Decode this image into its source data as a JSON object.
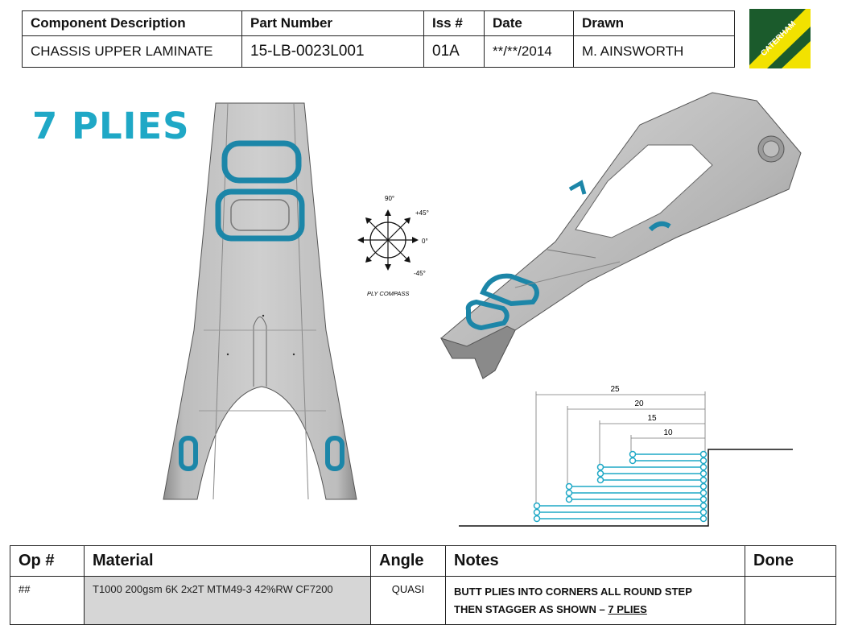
{
  "header": {
    "columns": [
      "Component Description",
      "Part Number",
      "Iss #",
      "Date",
      "Drawn"
    ],
    "values": [
      "CHASSIS UPPER LAMINATE",
      "15-LB-0023L001",
      "01A",
      "**/**/2014",
      "M. AINSWORTH"
    ]
  },
  "logo": {
    "text": "CATERHAM",
    "colors": [
      "#1b5b2c",
      "#f2e200"
    ]
  },
  "title": "7 PLIES",
  "compass": {
    "labels": [
      "90°",
      "+45°",
      "0°",
      "-45°"
    ],
    "caption": "PLY COMPASS"
  },
  "stagger": {
    "dims": [
      "25",
      "20",
      "15",
      "10"
    ],
    "ply_color": "#1fa8c6"
  },
  "operations": {
    "columns": [
      "Op #",
      "Material",
      "Angle",
      "Notes",
      "Done"
    ],
    "rows": [
      {
        "op": "##",
        "material": "T1000 200gsm 6K 2x2T MTM49-3  42%RW CF7200",
        "angle": "QUASI",
        "notes_line1": "BUTT PLIES INTO CORNERS ALL ROUND STEP",
        "notes_line2": "THEN STAGGER AS SHOWN – ",
        "notes_emph": "7 PLIES",
        "done": ""
      }
    ]
  }
}
